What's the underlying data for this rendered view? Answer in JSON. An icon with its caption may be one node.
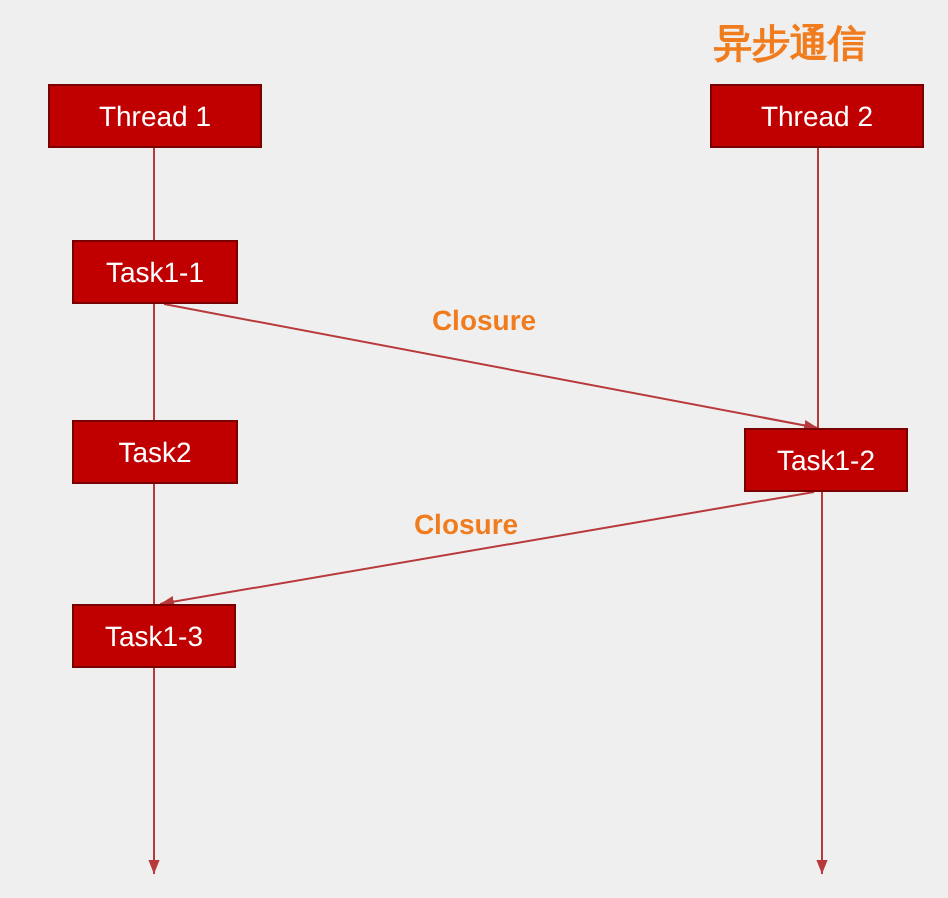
{
  "diagram": {
    "title": "异步通信",
    "nodes": [
      {
        "text": [
          "Thread 1"
        ]
      },
      {
        "text": [
          "Thread 2"
        ]
      },
      {
        "text": [
          "Task1-1"
        ]
      },
      {
        "text": [
          "Task2"
        ]
      },
      {
        "text": [
          "Task1-2"
        ]
      },
      {
        "text": [
          "Task1-3"
        ]
      }
    ],
    "edges": [
      {
        "from": 0,
        "to": 2,
        "arrow": "none"
      },
      {
        "from": 2,
        "to": 3,
        "arrow": "none"
      },
      {
        "from": 3,
        "to": 5,
        "arrow": "none"
      },
      {
        "from": 5,
        "to": null,
        "arrow": "to"
      },
      {
        "from": 1,
        "to": 4,
        "arrow": "none"
      },
      {
        "from": 4,
        "to": null,
        "arrow": "to"
      },
      {
        "from": 2,
        "to": 4,
        "label": "Closure",
        "arrow": "to"
      },
      {
        "from": 4,
        "to": 5,
        "label": "Closure",
        "arrow": "to"
      }
    ]
  }
}
